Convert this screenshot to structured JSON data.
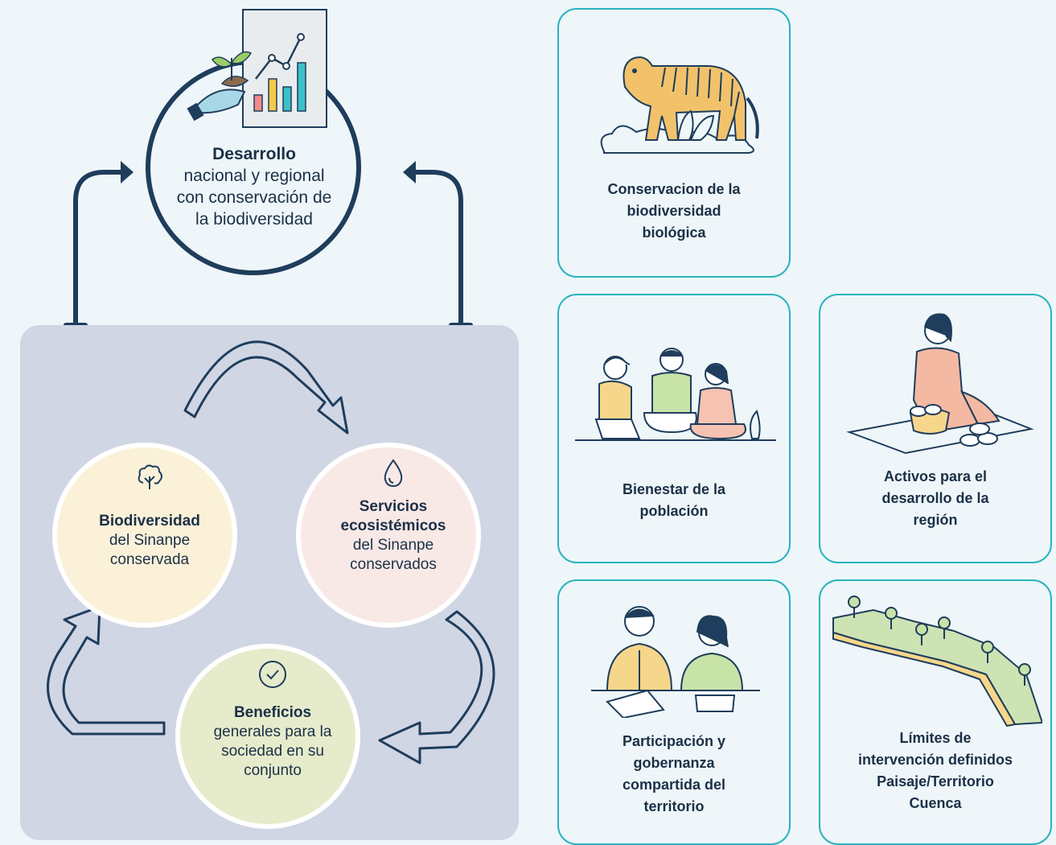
{
  "central": {
    "title": "Desarrollo",
    "line1": "nacional y regional",
    "line2": "con conservación de",
    "line3": "la biodiversidad"
  },
  "cycle": {
    "biodiversidad": {
      "title": "Biodiversidad",
      "line1": "del Sinanpe",
      "line2": "conservada",
      "icon": "tree-icon"
    },
    "servicios": {
      "title1": "Servicios",
      "title2": "ecosistémicos",
      "line1": "del Sinanpe",
      "line2": "conservados",
      "icon": "water-drop-icon"
    },
    "beneficios": {
      "title": "Beneficios",
      "line1": "generales para la",
      "line2": "sociedad en su",
      "line3": "conjunto",
      "icon": "check-circle-icon"
    }
  },
  "cards": [
    {
      "lines": [
        "Conservacion de la",
        "biodiversidad",
        "biológica"
      ],
      "illustration": "tiger-illustration"
    },
    {
      "lines": [
        "Bienestar de la",
        "población"
      ],
      "illustration": "family-illustration"
    },
    {
      "lines": [
        "Activos para el",
        "desarrollo de la",
        "región"
      ],
      "illustration": "woman-harvest-illustration"
    },
    {
      "lines": [
        "Participación y",
        "gobernanza",
        "compartida del",
        "territorio"
      ],
      "illustration": "meeting-illustration"
    },
    {
      "lines": [
        "Límites de",
        "intervención definidos",
        "Paisaje/Territorio",
        "Cuenca"
      ],
      "illustration": "landscape-map-illustration"
    }
  ],
  "colors": {
    "background": "#eef6f9",
    "navy": "#1f3d5c",
    "teal_border": "#2ab3c0",
    "panel": "#d0d6e4",
    "biodiversidad_fill": "#fbf1d9",
    "servicios_fill": "#f9e9e6",
    "beneficios_fill": "#e6ebcb"
  }
}
